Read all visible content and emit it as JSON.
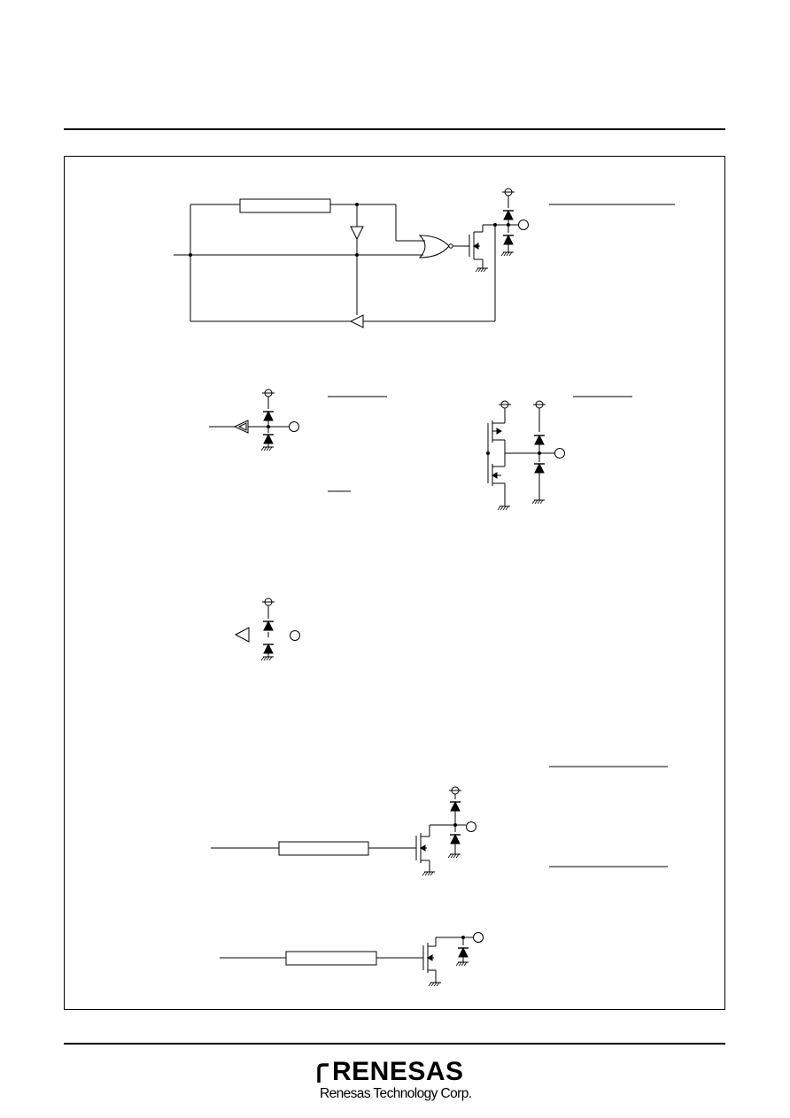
{
  "page": {
    "figure": "io-port-equivalent-circuits",
    "panels": [
      "schmitt-input-with-open-drain-output",
      "input-only-pin",
      "cmos-output-pin",
      "analog-input-pin",
      "open-drain-output-with-pull-down-clamp",
      "open-drain-output-n-channel"
    ]
  },
  "footer": {
    "logo_text": "RENESAS",
    "company": "Renesas Technology Corp."
  }
}
